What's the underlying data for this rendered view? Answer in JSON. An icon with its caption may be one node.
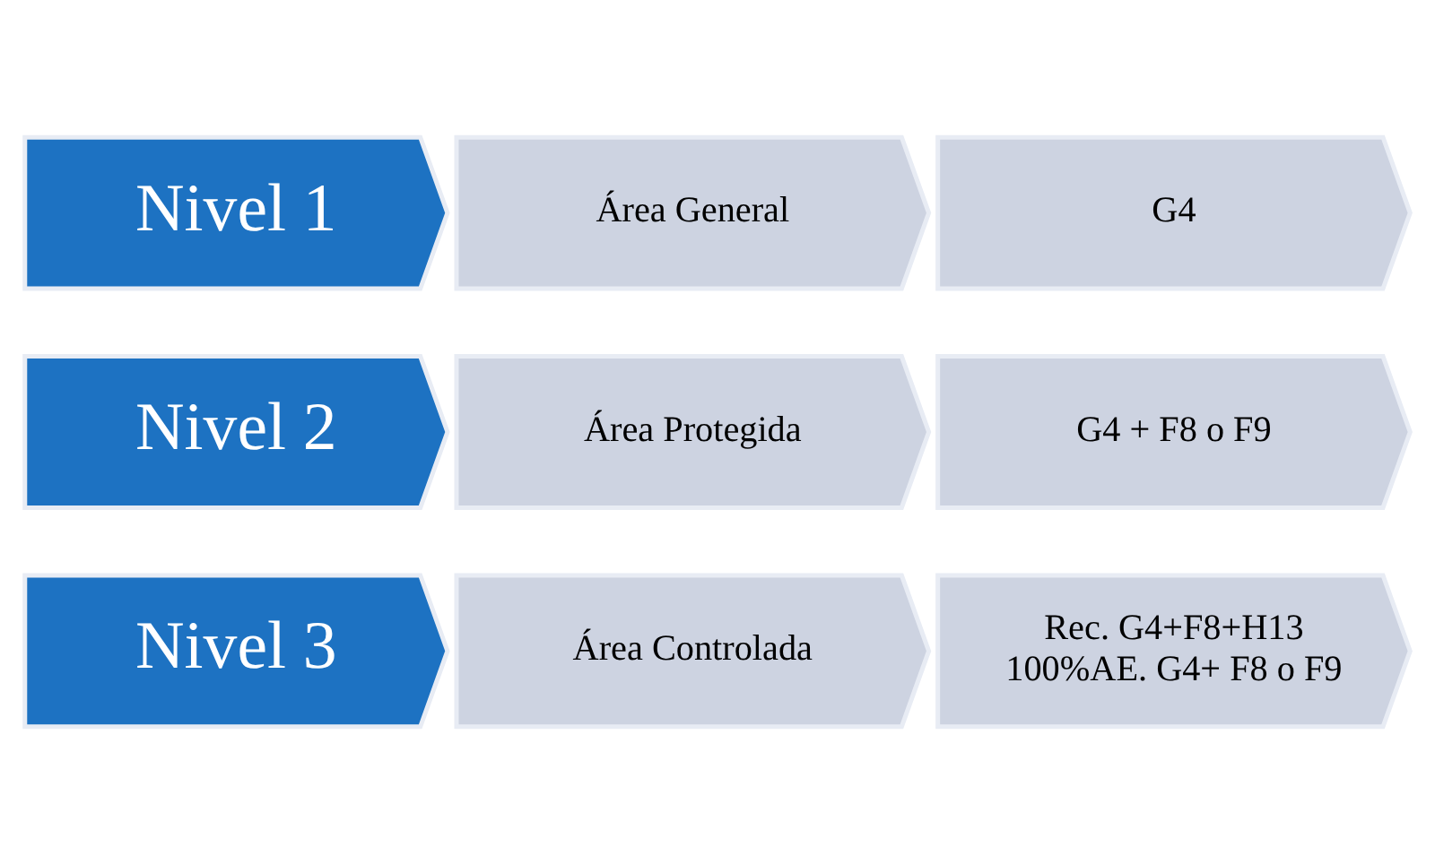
{
  "diagram": {
    "nodes": [
      {
        "text": [
          "Nivel 1"
        ]
      },
      {
        "text": [
          "Área General"
        ]
      },
      {
        "text": [
          "G4"
        ]
      },
      {
        "text": [
          "Nivel 2"
        ]
      },
      {
        "text": [
          "Área Protegida"
        ]
      },
      {
        "text": [
          "G4 + F8 o F9"
        ]
      },
      {
        "text": [
          "Nivel 3"
        ]
      },
      {
        "text": [
          "Área Controlada"
        ]
      },
      {
        "text": [
          "Rec. G4+F8+H13",
          "100%AE. G4+ F8 o F9"
        ]
      }
    ],
    "edges": []
  }
}
